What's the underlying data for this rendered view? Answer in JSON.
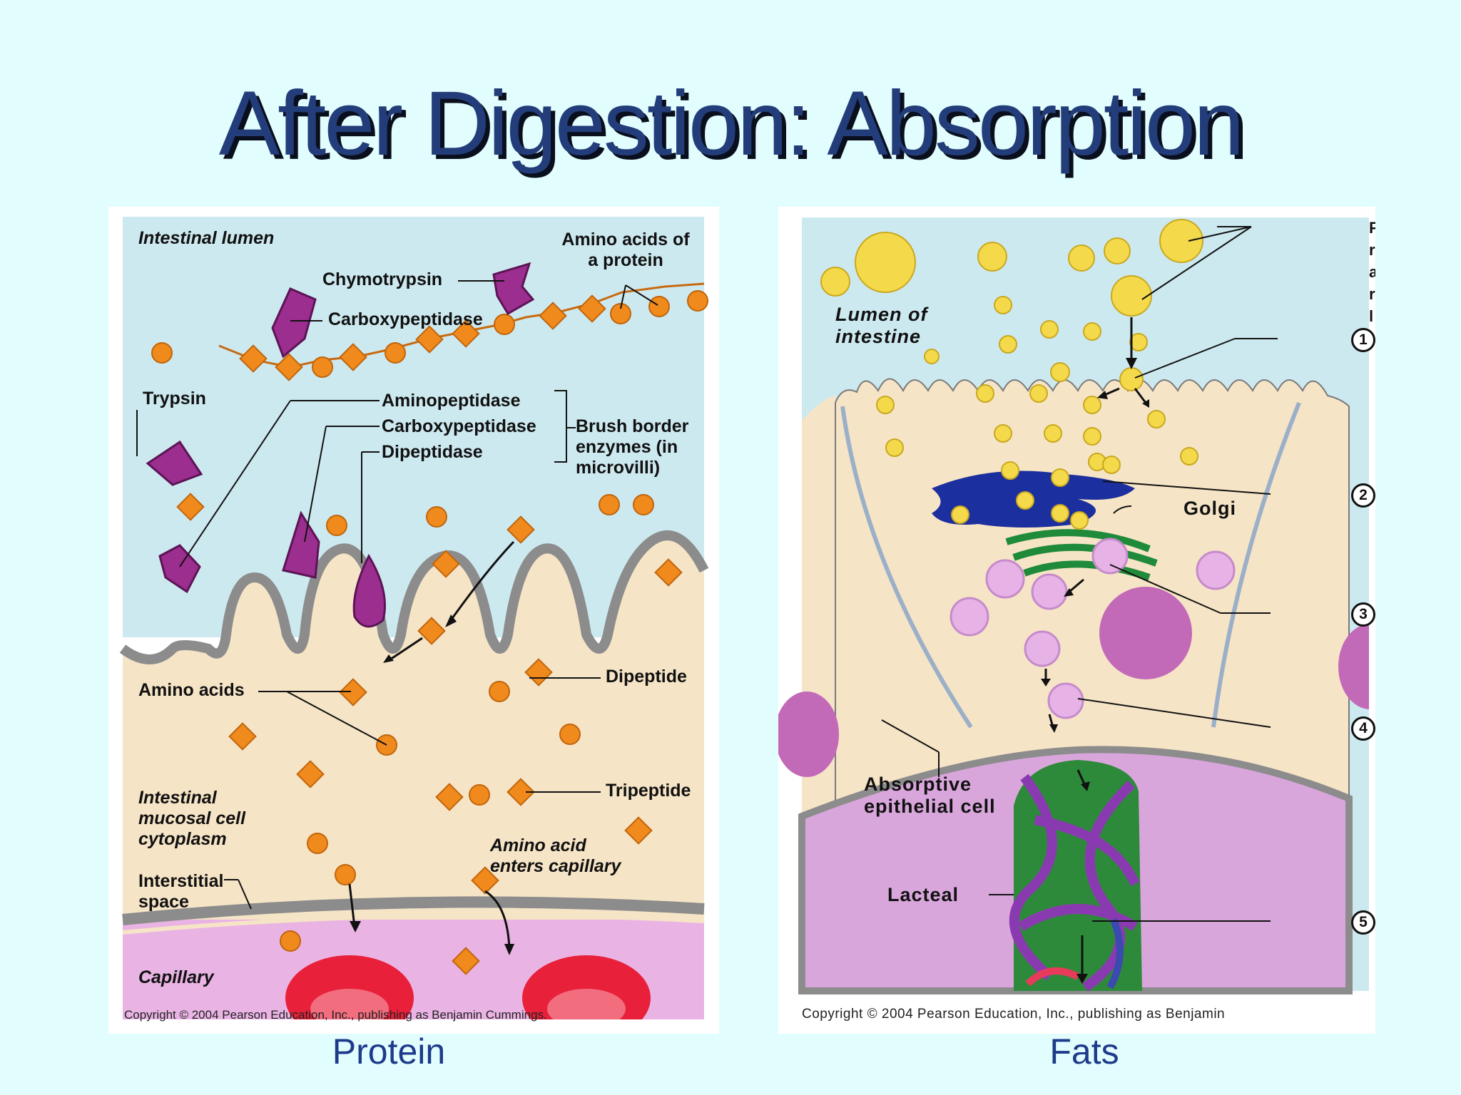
{
  "slide": {
    "title": "After Digestion:  Absorption"
  },
  "protein_panel": {
    "caption": "Protein",
    "copyright": "Copyright © 2004 Pearson Education, Inc., publishing as Benjamin Cummings.",
    "labels": {
      "intestinal_lumen": "Intestinal lumen",
      "amino_acids_of_protein": "Amino acids of a protein",
      "chymotrypsin": "Chymotrypsin",
      "carboxypeptidase_top": "Carboxypeptidase",
      "trypsin": "Trypsin",
      "aminopeptidase": "Aminopeptidase",
      "carboxypeptidase": "Carboxypeptidase",
      "dipeptidase": "Dipeptidase",
      "brush_border": "Brush border enzymes (in microvilli)",
      "amino_acids": "Amino acids",
      "dipeptide": "Dipeptide",
      "tripeptide": "Tripeptide",
      "mucosal_cell": "Intestinal mucosal cell cytoplasm",
      "amino_acid_enters": "Amino acid enters capillary",
      "interstitial": "Interstitial space",
      "capillary": "Capillary"
    },
    "colors": {
      "lumen": "#cde9f0",
      "cytoplasm": "#f6e4c6",
      "capillary": "#e9b4e4",
      "enzyme": "#9b2e8f",
      "amino_acid": "#f08a1c",
      "blood_cell": "#e8203a"
    }
  },
  "fats_panel": {
    "caption": "Fats",
    "copyright": "Copyright © 2004 Pearson Education, Inc., publishing as Benjamin",
    "labels": {
      "lumen": "Lumen of intestine",
      "golgi": "Golgi",
      "absorptive": "Absorptive epithelial cell",
      "lacteal": "Lacteal",
      "cut_text": "F\nr\na\nr\nl"
    },
    "steps": [
      "1",
      "2",
      "3",
      "4",
      "5"
    ],
    "colors": {
      "lumen": "#cde9f0",
      "cell": "#f6e4c6",
      "lower": "#d9a6dc",
      "er": "#1c2f9e",
      "golgi": "#1f8a3a",
      "fat": "#f4d94a",
      "lacteal": "#2e8a3b",
      "vessels": "#8a3ab0"
    }
  }
}
